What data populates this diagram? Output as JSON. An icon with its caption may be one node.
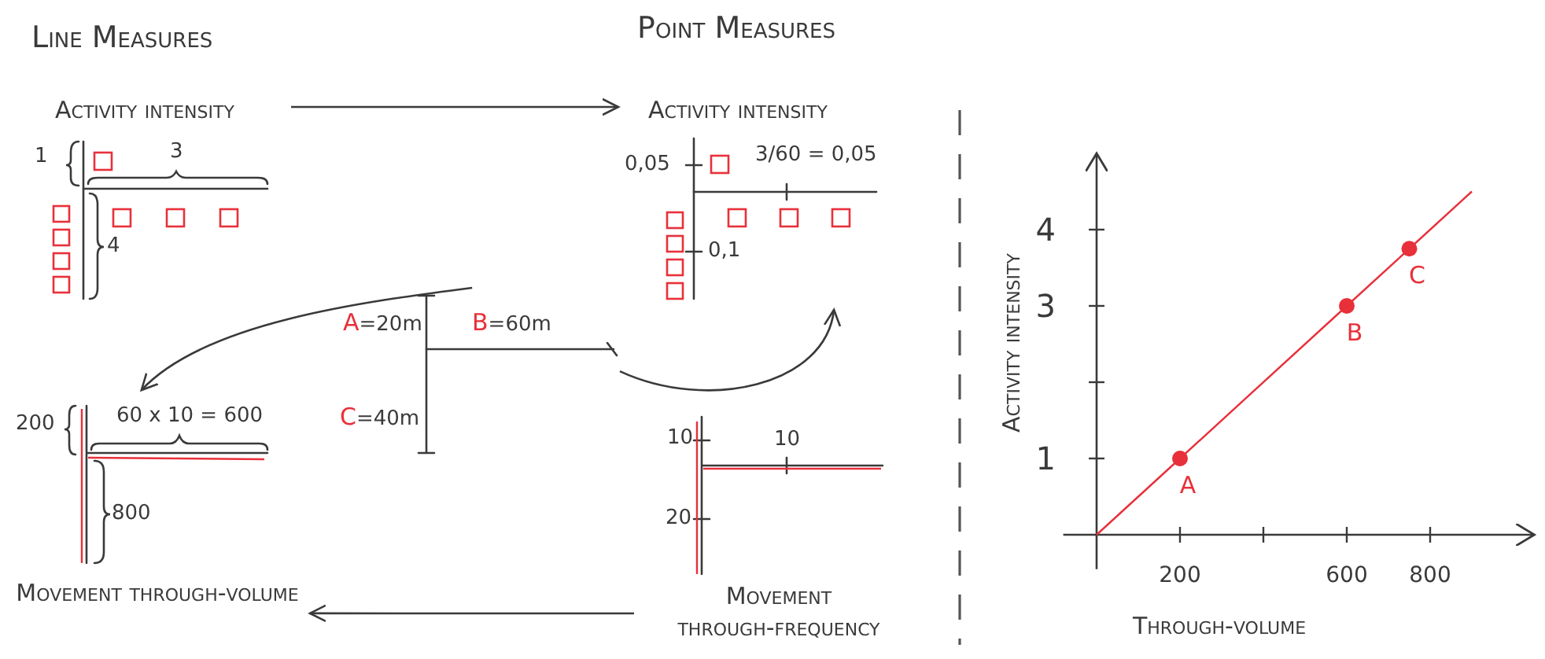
{
  "diagram": {
    "nodes": [
      {
        "text": [
          "Activity intensity",
          "1",
          "3",
          "4"
        ]
      },
      {
        "text": [
          "Activity intensity",
          "0,05",
          "3/60 = 0,05",
          "0,1"
        ]
      },
      {
        "text": [
          "A=20m",
          "B=60m",
          "C=40m"
        ]
      },
      {
        "text": [
          "200",
          "60 x 10 = 600",
          "800",
          "Movement through-volume"
        ]
      },
      {
        "text": [
          "10",
          "10",
          "20",
          "Movement through-frequency"
        ]
      }
    ],
    "edges": [
      {
        "from": 0,
        "to": 1,
        "arrow": "to"
      },
      {
        "from": 2,
        "to": 3,
        "arrow": "to"
      },
      {
        "from": 2,
        "to": 1,
        "arrow": "to"
      },
      {
        "from": 4,
        "to": 3,
        "arrow": "to"
      }
    ],
    "labels": [
      "Line Measures",
      "Point Measures"
    ],
    "chart_data": {
      "type": "line",
      "xlabel": "Through-volume",
      "ylabel": "Activity intensity",
      "x": [
        0,
        200,
        600,
        750,
        900
      ],
      "series": [
        {
          "color": "#e8303a",
          "values": [
            0,
            1,
            3,
            3.75,
            4.5
          ]
        }
      ],
      "xlim": [
        0,
        1050
      ],
      "ylim": [
        0,
        5
      ],
      "xticks": [
        200,
        600,
        800
      ],
      "yticks": [
        1,
        3,
        4
      ],
      "annotations": [
        {
          "x": 200,
          "y": 1,
          "text": "A"
        },
        {
          "x": 600,
          "y": 3,
          "text": "B"
        },
        {
          "x": 750,
          "y": 3.75,
          "text": "C"
        }
      ]
    }
  }
}
